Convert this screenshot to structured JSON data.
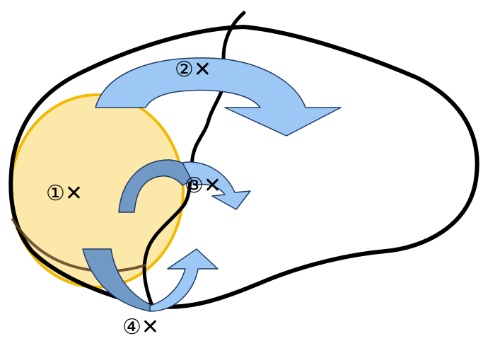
{
  "labels": {
    "marker_1": "①✕",
    "marker_2": "②✕",
    "marker_3": "③✕",
    "marker_4": "④✕"
  },
  "colors": {
    "outline": "#000000",
    "highlight_fill": "#FCE59A",
    "highlight_stroke": "#F5B800",
    "arrow_light": "#9DC8F5",
    "arrow_dark": "#7199C6",
    "arrow_stroke": "#1F3B63",
    "background": "#FFFFFF"
  }
}
